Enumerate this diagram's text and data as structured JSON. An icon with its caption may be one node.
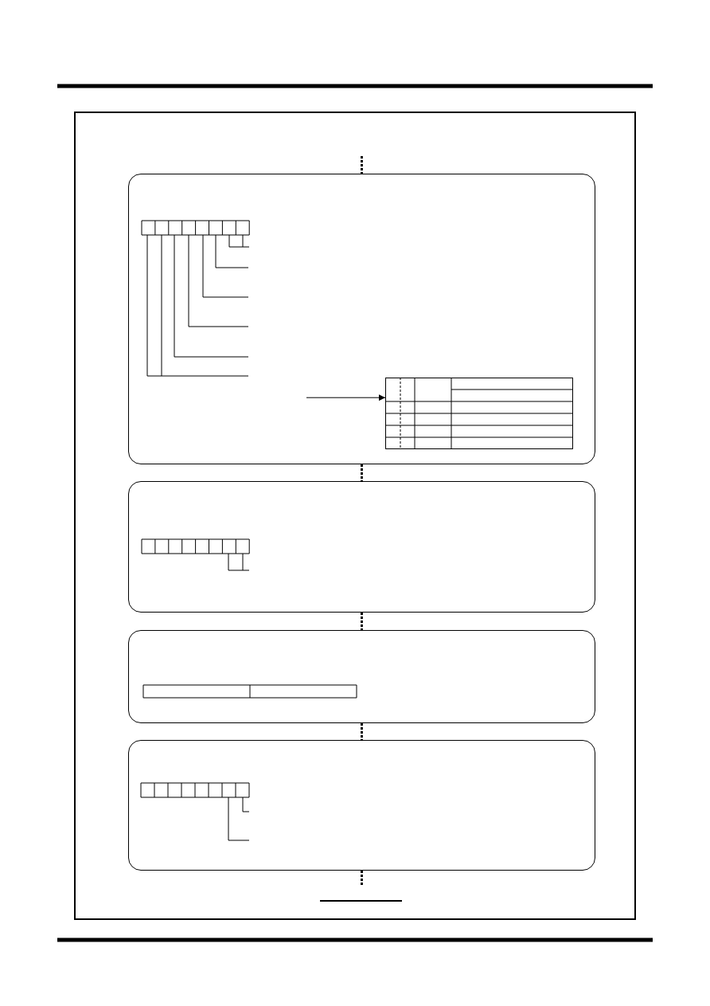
{
  "diagram": {
    "nodes": [
      {
        "text": [],
        "shape": "box"
      },
      {
        "text": [],
        "shape": "box"
      },
      {
        "text": [],
        "shape": "box"
      },
      {
        "text": [],
        "shape": "box"
      },
      {
        "text": [],
        "shape": "table",
        "in": 0
      }
    ],
    "edges": [
      {
        "from": null,
        "to": 0,
        "arrow": "none",
        "style": "dashed"
      },
      {
        "from": 0,
        "to": 1,
        "arrow": "none",
        "style": "dashed"
      },
      {
        "from": 1,
        "to": 2,
        "arrow": "none",
        "style": "dashed"
      },
      {
        "from": 2,
        "to": 3,
        "arrow": "none",
        "style": "dashed"
      },
      {
        "from": 3,
        "to": null,
        "arrow": "none",
        "style": "dashed"
      },
      {
        "from": null,
        "to": 4,
        "arrow": "to"
      }
    ]
  }
}
